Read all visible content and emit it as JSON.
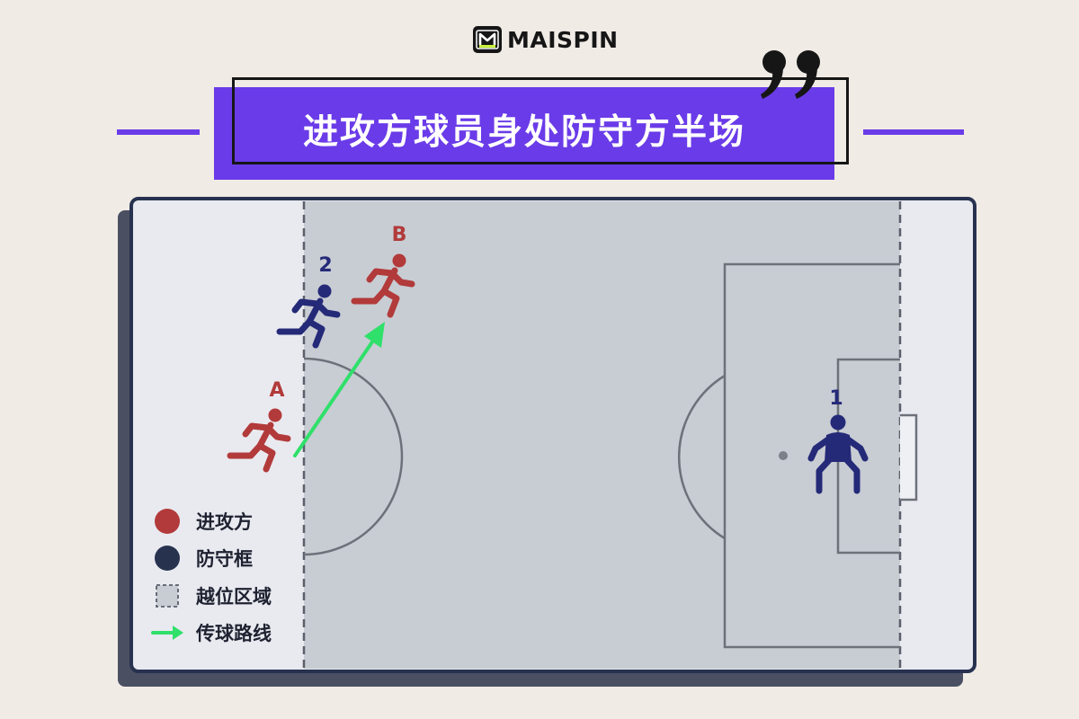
{
  "brand": {
    "name": "MAISPIN",
    "logo_letter": "M"
  },
  "headline": {
    "text": "进攻方球员身处防守方半场"
  },
  "players": {
    "attacker_a": {
      "label": "A"
    },
    "attacker_b": {
      "label": "B"
    },
    "defender_2": {
      "label": "2"
    },
    "goalkeeper_1": {
      "label": "1"
    }
  },
  "legend": {
    "items": [
      {
        "label": "进攻方",
        "swatch": "circle",
        "color": "#b23a3a"
      },
      {
        "label": "防守框",
        "swatch": "circle",
        "color": "#27324f"
      },
      {
        "label": "越位区域",
        "swatch": "dashed-square",
        "color": "#c8ccd3"
      },
      {
        "label": "传球路线",
        "swatch": "arrow",
        "color": "#2fe06a"
      }
    ]
  },
  "colors": {
    "accent_purple": "#6a3be8",
    "attacker_red": "#b23a3a",
    "defender_navy": "#27324f",
    "goalkeeper_navy": "#242a78",
    "pass_green": "#2fe06a",
    "offside_zone": "#c8ccd3",
    "pitch_light": "#e9eaf0"
  }
}
